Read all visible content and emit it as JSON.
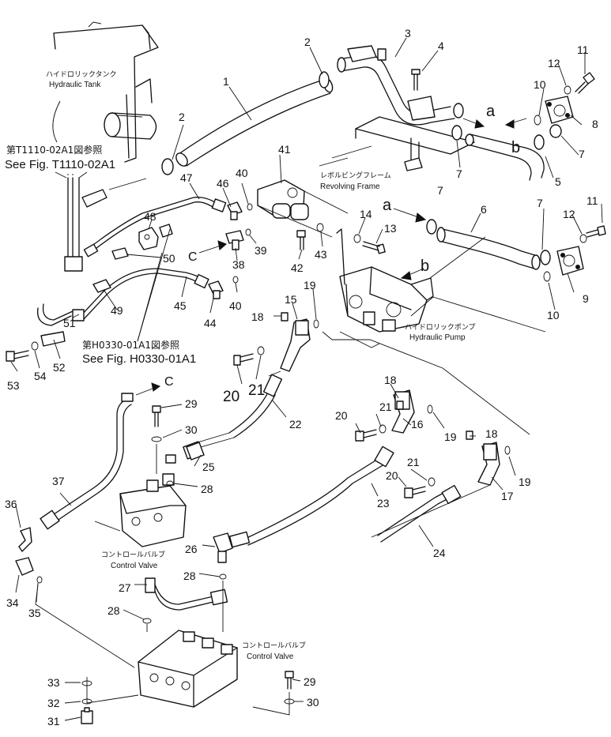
{
  "references": {
    "tank": {
      "jp": "ハイドロリックタンク",
      "en": "Hydraulic Tank"
    },
    "fig1": {
      "jp": "第T1110-02A1図参照",
      "en": "See Fig. T1110-02A1"
    },
    "frame": {
      "jp": "レボルビングフレーム",
      "en": "Revolving Frame"
    },
    "pump": {
      "jp": "ハイドロリックポンプ",
      "en": "Hydraulic Pump"
    },
    "fig2": {
      "jp": "第H0330-01A1図参照",
      "en": "See Fig. H0330-01A1"
    },
    "cv1": {
      "jp": "コントロールバルブ",
      "en": "Control Valve"
    },
    "cv2": {
      "jp": "コントロールバルブ",
      "en": "Control Valve"
    }
  },
  "connection_letters": {
    "a_top": "a",
    "b_top": "b",
    "a_mid": "a",
    "b_mid": "b",
    "c_upper": "C",
    "c_lower": "C"
  },
  "callouts": {
    "n1": "1",
    "n2a": "2",
    "n2b": "2",
    "n3": "3",
    "n4": "4",
    "n5": "5",
    "n6": "6",
    "n7a": "7",
    "n7b": "7",
    "n7c": "7",
    "n7d": "7",
    "n8": "8",
    "n9": "9",
    "n10a": "10",
    "n10b": "10",
    "n11a": "11",
    "n11b": "11",
    "n12a": "12",
    "n12b": "12",
    "n13": "13",
    "n14": "14",
    "n15": "15",
    "n16": "16",
    "n17": "17",
    "n18a": "18",
    "n18b": "18",
    "n18c": "18",
    "n19a": "19",
    "n19b": "19",
    "n19c": "19",
    "n20a": "20",
    "n20b": "20",
    "n20c": "20",
    "n21a": "21",
    "n21b": "21",
    "n21c": "21",
    "n22": "22",
    "n23": "23",
    "n24": "24",
    "n25": "25",
    "n26": "26",
    "n27": "27",
    "n28a": "28",
    "n28b": "28",
    "n28c": "28",
    "n29a": "29",
    "n29b": "29",
    "n30a": "30",
    "n30b": "30",
    "n31": "31",
    "n32": "32",
    "n33": "33",
    "n34": "34",
    "n35": "35",
    "n36": "36",
    "n37": "37",
    "n38": "38",
    "n39": "39",
    "n40a": "40",
    "n40b": "40",
    "n41": "41",
    "n42": "42",
    "n43": "43",
    "n44": "44",
    "n45": "45",
    "n46": "46",
    "n47": "47",
    "n48": "48",
    "n49": "49",
    "n50": "50",
    "n51": "51",
    "n52": "52",
    "n53": "53",
    "n54": "54"
  }
}
